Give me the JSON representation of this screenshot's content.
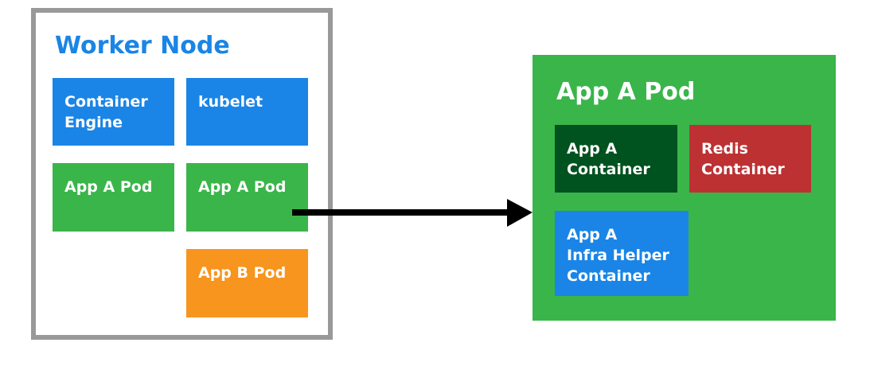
{
  "worker_node": {
    "title": "Worker Node",
    "components": {
      "container_engine": "Container\nEngine",
      "kubelet": "kubelet",
      "app_a_pod_1": "App A Pod",
      "app_a_pod_2": "App A Pod",
      "app_b_pod": "App B Pod"
    }
  },
  "pod_detail": {
    "title": "App A Pod",
    "containers": {
      "app_a_container": "App A\nContainer",
      "redis_container": "Redis\nContainer",
      "infra_helper_container": "App A\nInfra Helper\nContainer"
    }
  },
  "colors": {
    "blue": "#1a85e6",
    "green": "#3ab54a",
    "orange": "#f7951e",
    "dark_green": "#00521e",
    "red": "#bd3133",
    "gray_border": "#999999",
    "arrow": "#000000"
  }
}
